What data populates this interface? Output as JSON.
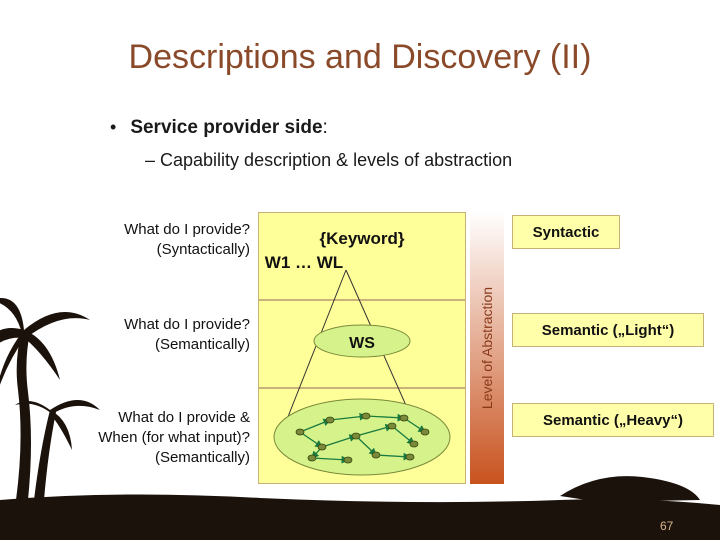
{
  "slide": {
    "title": "Descriptions and Discovery (II)",
    "bullet_bold": "Service provider side",
    "bullet_rest": ":",
    "sub_bullet": "– Capability description & levels of abstraction",
    "page_number": "67"
  },
  "diagram": {
    "questions": [
      {
        "line1": "What do I provide?",
        "line2": "(Syntactically)",
        "line3": ""
      },
      {
        "line1": "What do I provide?",
        "line2": "(Semantically)",
        "line3": ""
      },
      {
        "line1": "What do I provide &",
        "line2": "When (for what input)?",
        "line3": "(Semantically)"
      }
    ],
    "syntactic_box": {
      "keyword": "{Keyword}",
      "items": "W1 … WL"
    },
    "semantic_light_node": "WS",
    "axis_label": "Level of Abstraction",
    "levels": [
      "Syntactic",
      "Semantic („Light“)",
      "Semantic („Heavy“)"
    ],
    "colors": {
      "panel_fill": "#ffff99",
      "ellipse_fill": "#d6f28a",
      "axis_gradient_top": "#ffffff",
      "axis_gradient_bottom": "#c8521e",
      "title": "#8a4a2a"
    }
  }
}
